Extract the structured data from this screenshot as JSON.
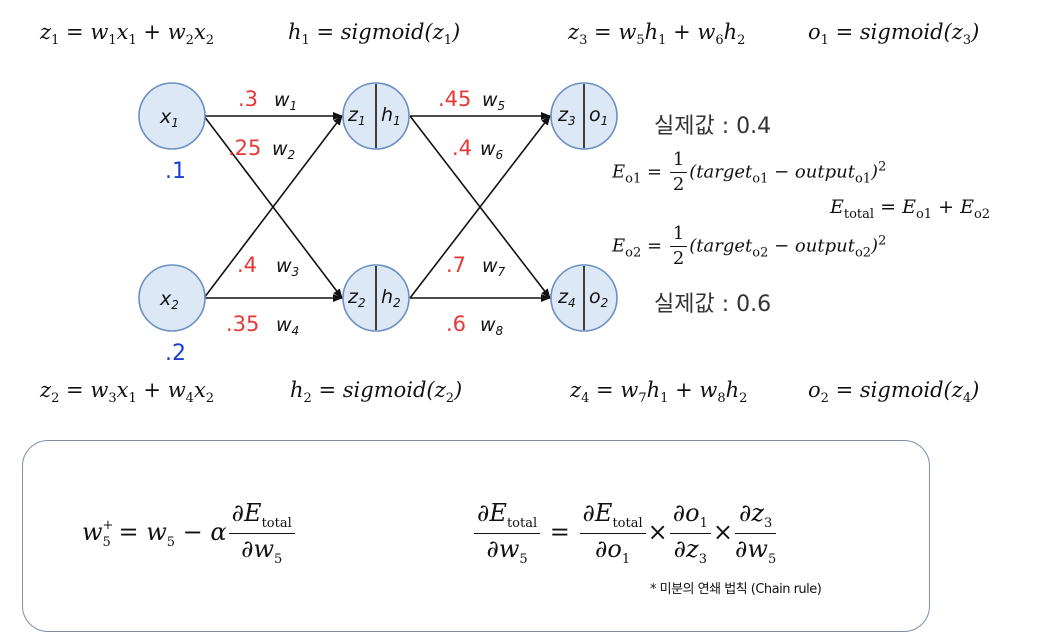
{
  "equations": {
    "z1": "z1 = w1x1 + w2x2",
    "h1": "h1 = sigmoid(z1)",
    "z3": "z3 = w5h1 + w6h2",
    "o1": "o1 = sigmoid(z3)",
    "z2": "z2 = w3x1 + w4x2",
    "h2": "h2 = sigmoid(z2)",
    "z4": "z4 = w7h1 + w8h2",
    "o2": "o2 = sigmoid(z4)",
    "E_o1": "Eo1 = 1/2 (target_o1 − output_o1)^2",
    "E_o2": "Eo2 = 1/2 (target_o2 − output_o2)^2",
    "E_total": "Etotal = Eo1 + Eo2",
    "update_rule": "w5+ = w5 − α ∂Etotal/∂w5",
    "chain_rule": "∂Etotal/∂w5 = ∂Etotal/∂o1 × ∂o1/∂z3 × ∂z3/∂w5"
  },
  "targets": {
    "o1_actual": "실제값 : 0.4",
    "o2_actual": "실제값 : 0.6"
  },
  "inputs": {
    "x1_value": ".1",
    "x2_value": ".2"
  },
  "weights": {
    "w1": ".3",
    "w2": ".25",
    "w3": ".4",
    "w4": ".35",
    "w5": ".45",
    "w6": ".4",
    "w7": ".7",
    "w8": ".6"
  },
  "note": "* 미분의 연쇄 법칙 (Chain rule)",
  "colors": {
    "node_fill": "#dce8f6",
    "node_stroke": "#6b8fc4",
    "weight_red": "#e53935",
    "input_blue": "#1a3fcf"
  }
}
